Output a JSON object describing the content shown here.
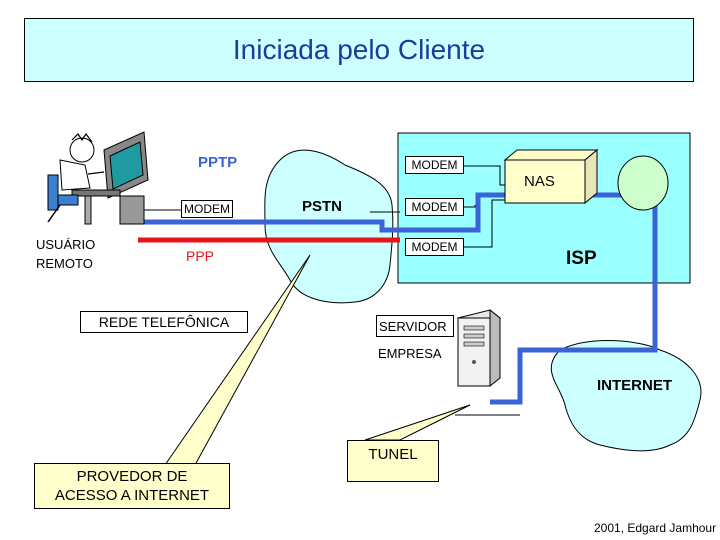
{
  "title": "Iniciada pelo Cliente",
  "labels": {
    "pptp": "PPTP",
    "ppp": "PPP",
    "pstn": "PSTN",
    "modem": "MODEM",
    "nas": "NAS",
    "isp": "ISP",
    "usuario_line1": "USUÁRIO",
    "usuario_line2": "REMOTO",
    "rede_telefonica": "REDE TELEFÔNICA",
    "servidor": "SERVIDOR",
    "empresa": "EMPRESA",
    "internet": "INTERNET",
    "tunel": "TUNEL",
    "provedor_line1": "PROVEDOR DE",
    "provedor_line2": "ACESSO A INTERNET",
    "credit": "2001, Edgard Jamhour"
  },
  "colors": {
    "title_bg": "#ccffff",
    "title_text": "#1f3a9a",
    "isp_bg": "#99ffff",
    "cloud_bg": "#ccffff",
    "callout_bg": "#ffffcc",
    "pptp_line": "#3a63d8",
    "ppp_line": "#e8141c",
    "nas_fill": "#ffffcc",
    "router_fill": "#ccffcc"
  }
}
